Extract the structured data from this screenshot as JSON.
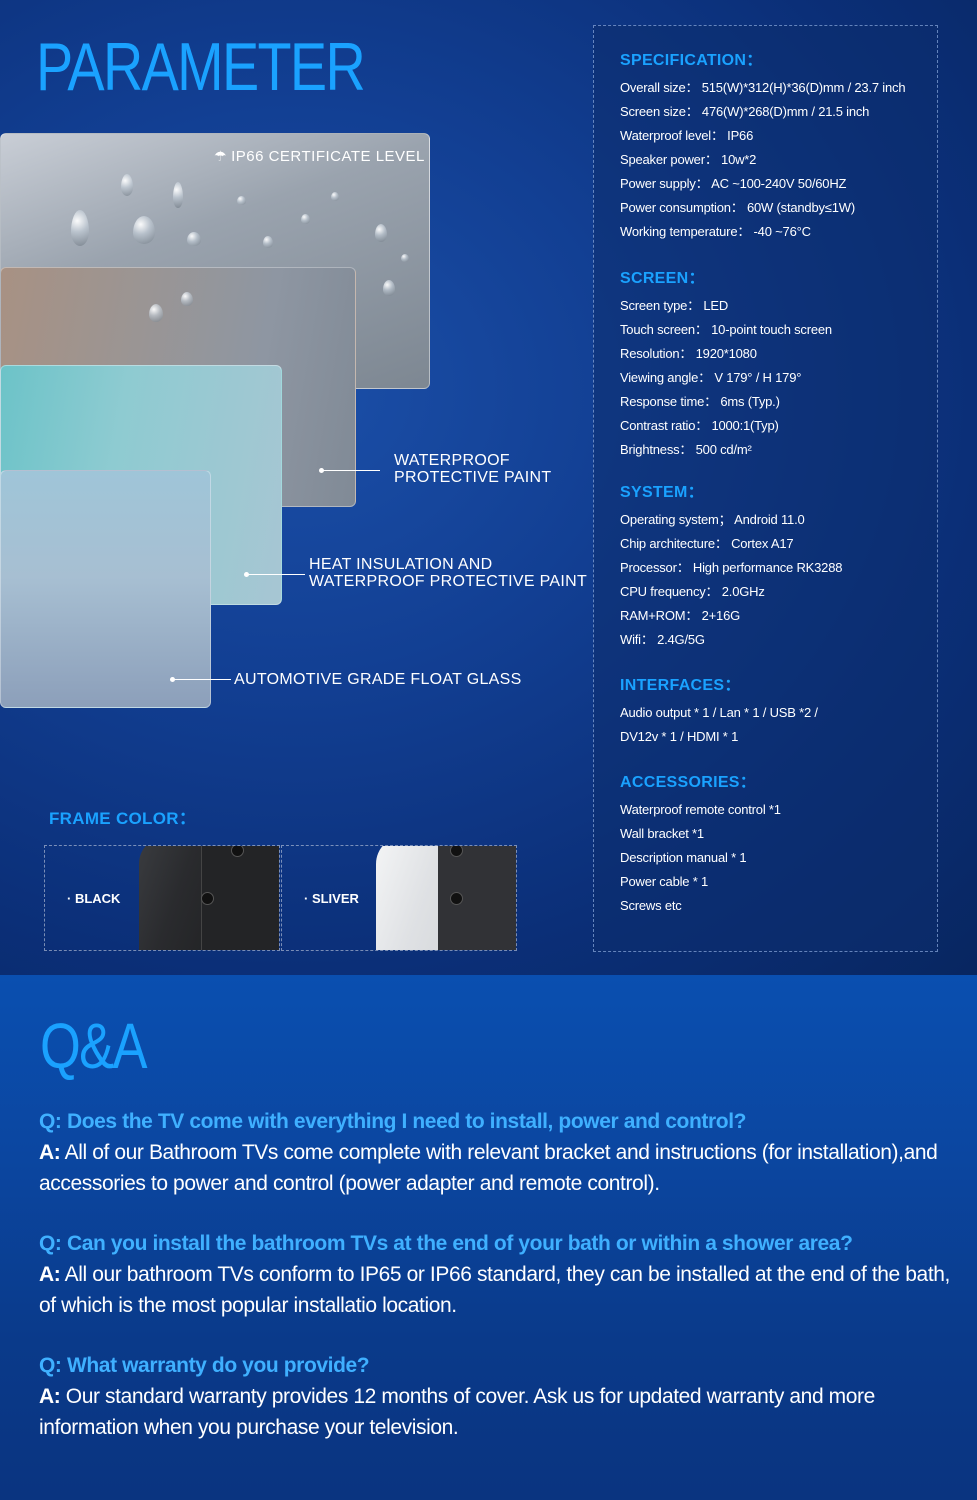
{
  "parameter": {
    "title": "PARAMETER",
    "certificate_label": "IP66 CERTIFICATE LEVEL",
    "layer_labels": [
      "WATERPROOF\nPROTECTIVE PAINT",
      "HEAT INSULATION AND\nWATERPROOF PROTECTIVE PAINT",
      "AUTOMOTIVE GRADE FLOAT GLASS"
    ]
  },
  "frame_color": {
    "title": "FRAME COLOR：",
    "options": [
      "· BLACK",
      "· SLIVER"
    ]
  },
  "specs": [
    {
      "heading": "SPECIFICATION：",
      "rows": [
        "Overall size： 515(W)*312(H)*36(D)mm / 23.7 inch",
        "Screen size： 476(W)*268(D)mm / 21.5 inch",
        "Waterproof level： IP66",
        "Speaker power： 10w*2",
        "Power supply： AC ~100-240V 50/60HZ",
        "Power consumption： 60W (standby≤1W)",
        "Working temperature： -40 ~76°C"
      ]
    },
    {
      "heading": "SCREEN：",
      "rows": [
        "Screen type： LED",
        "Touch screen： 10-point touch screen",
        "Resolution： 1920*1080",
        "Viewing angle： V 179° / H 179°",
        "Response time： 6ms (Typ.)",
        "Contrast ratio： 1000:1(Typ)",
        "Brightness： 500 cd/m²"
      ]
    },
    {
      "heading": "SYSTEM：",
      "rows": [
        "Operating system； Android 11.0",
        "Chip architecture： Cortex A17",
        "Processor： High performance RK3288",
        "CPU frequency： 2.0GHz",
        "RAM+ROM： 2+16G",
        "Wifi： 2.4G/5G"
      ]
    },
    {
      "heading": "INTERFACES：",
      "rows": [
        "Audio output * 1 / Lan * 1 / USB *2 /",
        "DV12v * 1 / HDMI * 1"
      ]
    },
    {
      "heading": "ACCESSORIES：",
      "rows": [
        "Waterproof remote control *1",
        "Wall bracket *1",
        "Description manual * 1",
        "Power cable * 1",
        "Screws etc"
      ]
    }
  ],
  "qa": {
    "title": "Q&A",
    "answer_prefix": "A:",
    "items": [
      {
        "q": "Q: Does the TV come with everything I need to install, power and control?",
        "a": " All of our Bathroom TVs come complete with relevant bracket and instructions (for installation),and accessories to power and control (power adapter and remote control)."
      },
      {
        "q": "Q: Can you install the bathroom TVs at the end of your bath or within a shower area?",
        "a": " All our bathroom TVs conform to IP65 or IP66 standard, they can be installed at the end of the bath, of which is the most popular installatio location."
      },
      {
        "q": "Q: What warranty do you provide?",
        "a": " Our standard warranty provides 12 months of cover. Ask us for updated warranty and more information when you purchase your television."
      }
    ]
  }
}
